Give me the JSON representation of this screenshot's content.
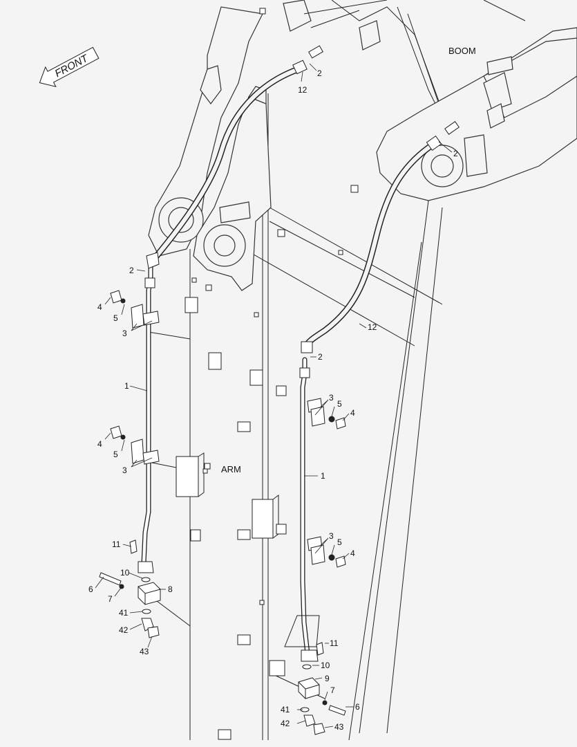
{
  "labels": {
    "boom": "BOOM",
    "arm": "ARM",
    "front": "FRONT"
  },
  "callouts": {
    "c1_left": "1",
    "c1_right": "1",
    "c2_top": "2",
    "c2_boom": "2",
    "c2_left": "2",
    "c2_right": "2",
    "c3_l1": "3",
    "c3_l2": "3",
    "c3_r1": "3",
    "c3_r2": "3",
    "c4_l1": "4",
    "c4_l2": "4",
    "c4_r1": "4",
    "c4_r2": "4",
    "c5_l1": "5",
    "c5_l2": "5",
    "c5_r1": "5",
    "c5_r2": "5",
    "c6_left": "6",
    "c6_right": "6",
    "c7_left": "7",
    "c7_right": "7",
    "c8": "8",
    "c9": "9",
    "c10_left": "10",
    "c10_right": "10",
    "c11_left": "11",
    "c11_right": "11",
    "c12_top": "12",
    "c12_right": "12",
    "c41_left": "41",
    "c41_right": "41",
    "c42_left": "42",
    "c42_right": "42",
    "c43_left": "43",
    "c43_right": "43"
  }
}
